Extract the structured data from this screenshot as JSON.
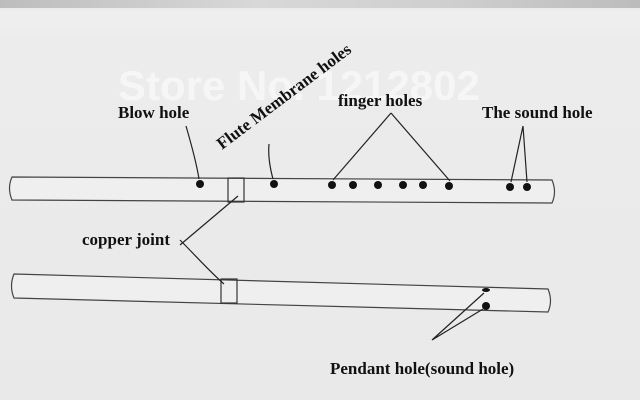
{
  "watermark": "Store No. 1212802",
  "labels": {
    "blow_hole": "Blow hole",
    "flute_membrane_holes": "Flute Membrane holes",
    "finger_holes": "finger holes",
    "sound_hole": "The sound hole",
    "copper_joint": "copper joint",
    "pendant_hole": "Pendant hole(sound hole)"
  }
}
